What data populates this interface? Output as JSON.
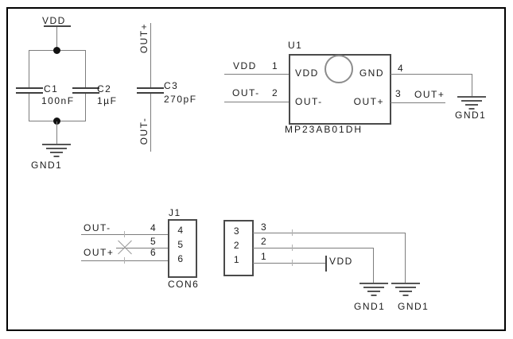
{
  "colors": {
    "background": "#ffffff",
    "frame": "#000000",
    "wire": "#7d7d7d",
    "symbol": "#454545",
    "text": "#1c1c1c"
  },
  "decoupling": {
    "power_label": "VDD",
    "ground_label": "GND1",
    "c1_ref": "C1",
    "c1_value": "100nF",
    "c2_ref": "C2",
    "c2_value": "1µF"
  },
  "coupling": {
    "net_top": "OUT+",
    "ref": "C3",
    "value": "270pF",
    "net_bottom": "OUT-"
  },
  "mic": {
    "ref": "U1",
    "part_number": "MP23AB01DH",
    "pin1_net": "VDD",
    "pin1_num": "1",
    "pin1_name": "VDD",
    "pin2_net": "OUT-",
    "pin2_num": "2",
    "pin2_name": "OUT-",
    "pin4_num": "4",
    "pin4_name": "GND",
    "pin3_num": "3",
    "pin3_name": "OUT+",
    "pin3_net": "OUT+",
    "ground_label": "GND1"
  },
  "j1": {
    "ref": "J1",
    "part": "CON6",
    "pin4_net": "OUT-",
    "pin4_num": "4",
    "pin4_inner": "4",
    "pin5_num": "5",
    "pin5_inner": "5",
    "pin6_net": "OUT+",
    "pin6_num": "6",
    "pin6_inner": "6"
  },
  "j2": {
    "pin3_inner": "3",
    "pin2_inner": "2",
    "pin1_inner": "1",
    "pin3_num": "3",
    "pin2_num": "2",
    "pin1_num": "1",
    "pin1_net": "VDD",
    "ground_label_left": "GND1",
    "ground_label_right": "GND1"
  }
}
